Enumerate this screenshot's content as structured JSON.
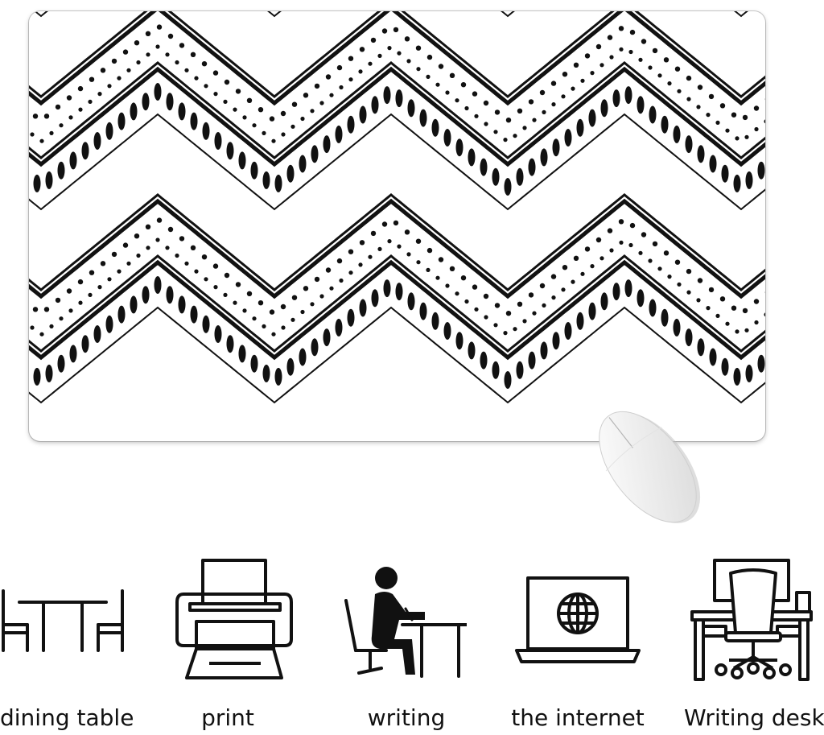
{
  "product": {
    "pattern_colors": {
      "ink": "#111111",
      "background": "#ffffff"
    },
    "mouse_icon": "wireless-mouse-icon"
  },
  "uses": [
    {
      "label": "dining table",
      "icon": "dining-table-icon"
    },
    {
      "label": "print",
      "icon": "printer-icon"
    },
    {
      "label": "writing",
      "icon": "person-writing-icon"
    },
    {
      "label": "the internet",
      "icon": "laptop-globe-icon"
    },
    {
      "label": "Writing desk",
      "icon": "desk-chair-icon"
    }
  ]
}
